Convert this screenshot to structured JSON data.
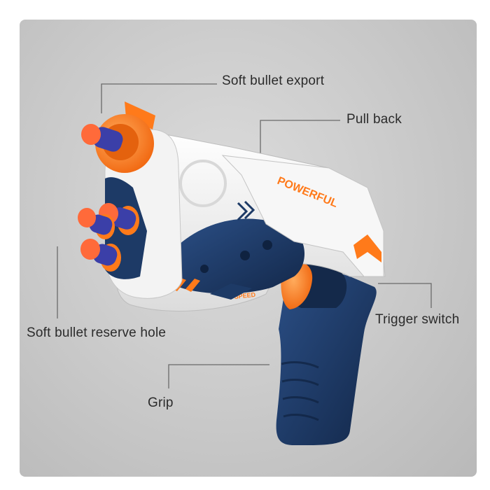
{
  "labels": {
    "soft_bullet_export": "Soft bullet export",
    "pull_back": "Pull back",
    "trigger_switch": "Trigger switch",
    "soft_bullet_reserve_hole": "Soft bullet reserve hole",
    "grip": "Grip"
  },
  "gun": {
    "brand_text": "POWERFUL",
    "speed_text": "SPEED"
  },
  "colors": {
    "background": "#c9c9c9",
    "body_white": "#f4f4f4",
    "navy": "#1d3a66",
    "orange": "#ff7a1a",
    "dart_blue": "#3b3fa8"
  }
}
